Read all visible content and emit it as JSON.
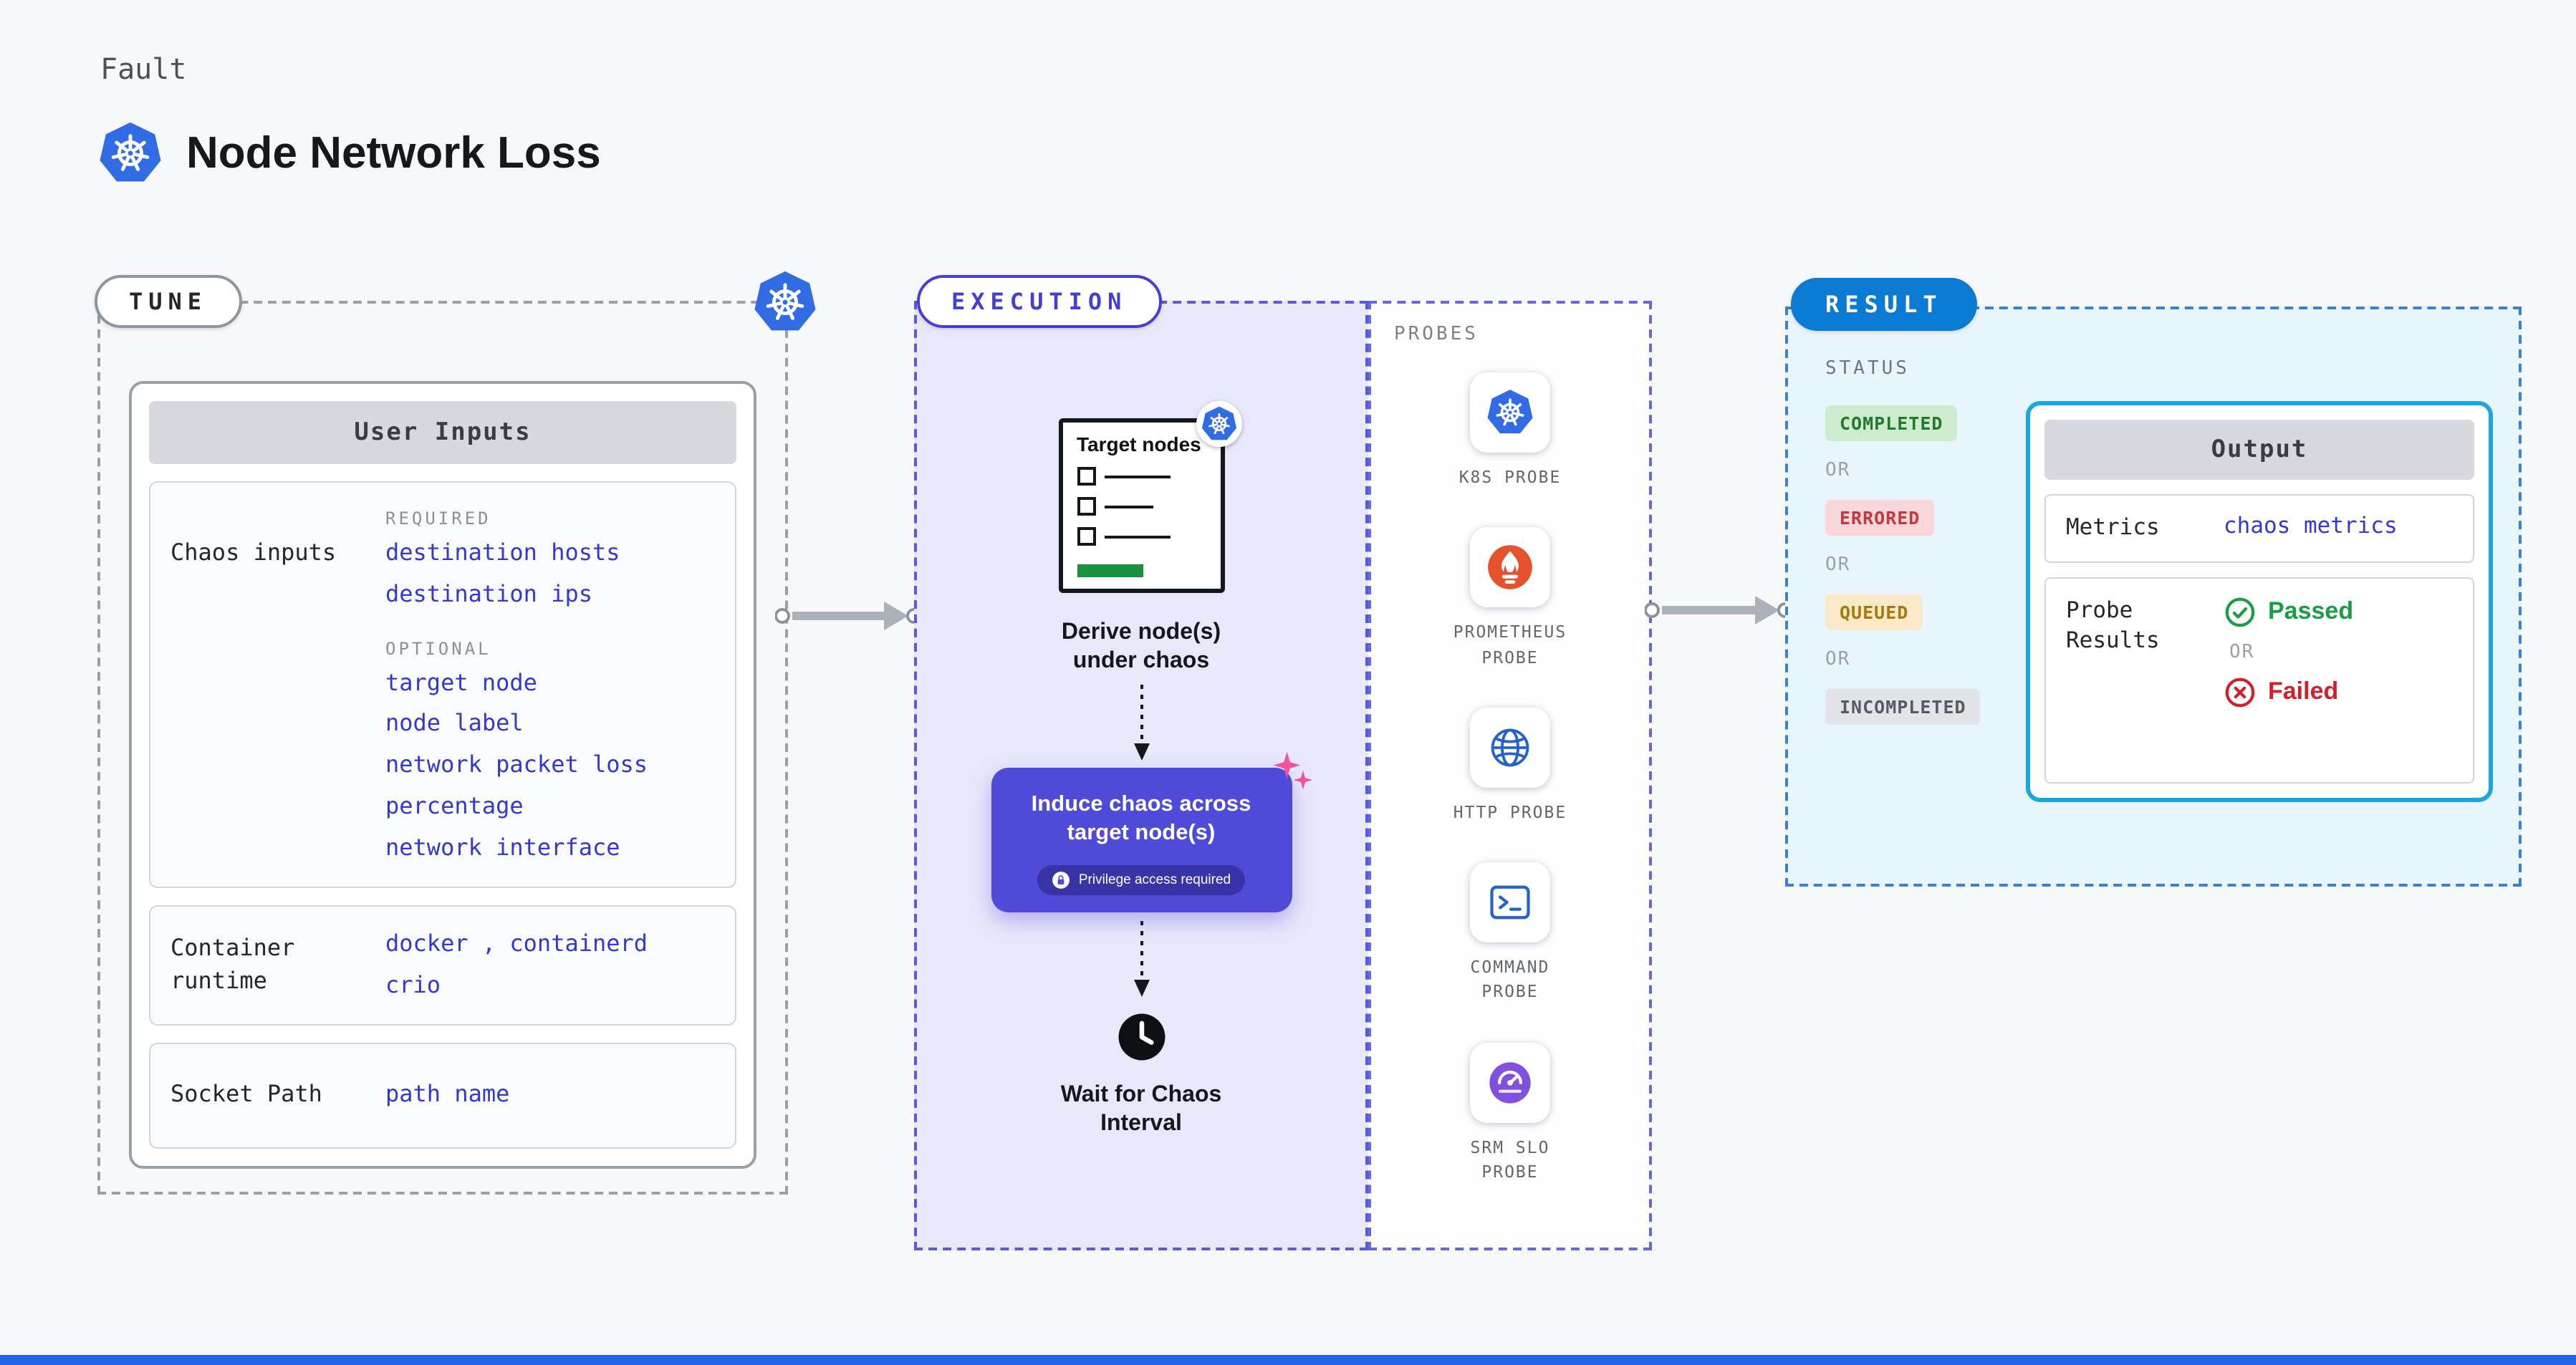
{
  "header": {
    "eyebrow": "Fault",
    "title": "Node Network Loss"
  },
  "tune": {
    "label": "TUNE",
    "panel_title": "User Inputs",
    "chaos": {
      "label": "Chaos inputs",
      "required_heading": "REQUIRED",
      "required_items": [
        "destination hosts",
        "destination ips"
      ],
      "optional_heading": "OPTIONAL",
      "optional_items": [
        "target node",
        "node label",
        "network packet loss percentage",
        "network interface"
      ]
    },
    "runtime": {
      "label": "Container runtime",
      "values": [
        "docker , containerd",
        "crio"
      ]
    },
    "socket": {
      "label": "Socket Path",
      "value": "path name"
    }
  },
  "execution": {
    "label": "EXECUTION",
    "target_title": "Target nodes",
    "derive_label": "Derive node(s) under chaos",
    "induce_label": "Induce chaos across target node(s)",
    "privilege_label": "Privilege access required",
    "wait_label": "Wait for Chaos Interval"
  },
  "probes": {
    "label": "PROBES",
    "items": [
      {
        "icon": "kubernetes-icon",
        "label": "K8S PROBE"
      },
      {
        "icon": "prometheus-icon",
        "label": "PROMETHEUS PROBE"
      },
      {
        "icon": "http-globe-icon",
        "label": "HTTP PROBE"
      },
      {
        "icon": "command-terminal-icon",
        "label": "COMMAND PROBE"
      },
      {
        "icon": "srm-slo-icon",
        "label": "SRM SLO PROBE"
      }
    ]
  },
  "result": {
    "label": "RESULT",
    "status_heading": "STATUS",
    "or_label": "OR",
    "statuses": [
      {
        "label": "COMPLETED",
        "bg": "#cdeccd",
        "fg": "#237a2f"
      },
      {
        "label": "ERRORED",
        "bg": "#f8d6d9",
        "fg": "#c43841"
      },
      {
        "label": "QUEUED",
        "bg": "#fae9c8",
        "fg": "#a5790f"
      },
      {
        "label": "INCOMPLETED",
        "bg": "#e2e4e8",
        "fg": "#555b65"
      }
    ],
    "output": {
      "title": "Output",
      "metrics_label": "Metrics",
      "metrics_value": "chaos metrics",
      "probe_results_label": "Probe Results",
      "passed_label": "Passed",
      "or_label": "OR",
      "failed_label": "Failed"
    }
  },
  "colors": {
    "kubernetes_blue": "#326ce5",
    "accent_indigo": "#4f4ad8",
    "value_blue": "#3538cf",
    "result_pill_blue": "#0b7ad2",
    "output_border_cyan": "#1ba7de",
    "prometheus_orange": "#e6522c",
    "srm_purple": "#8250df",
    "passed_green": "#1a9e43",
    "failed_red": "#d21f2c",
    "sparkle_pink": "#f0529c",
    "progress_green": "#18913e",
    "footer_blue": "#2563eb"
  }
}
